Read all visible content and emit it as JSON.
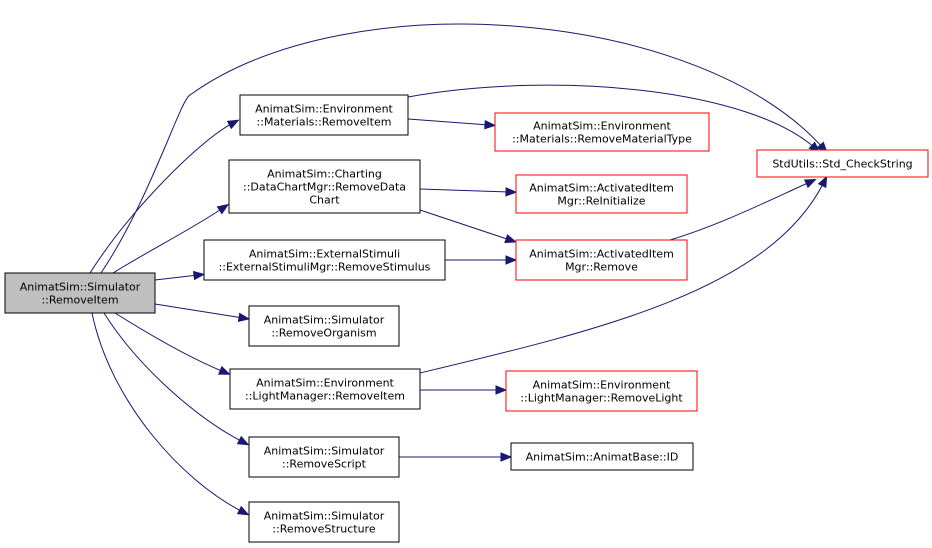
{
  "colors": {
    "edge": "#191970",
    "root_fill": "#bfbfbf",
    "node_border": "#000000",
    "external_border": "#ff0000",
    "text": "#000000"
  },
  "nodes": {
    "root": {
      "lines": [
        "AnimatSim::Simulator",
        "::RemoveItem"
      ],
      "kind": "root"
    },
    "envRemove": {
      "lines": [
        "AnimatSim::Environment",
        "::Materials::RemoveItem"
      ],
      "kind": "normal"
    },
    "envMatType": {
      "lines": [
        "AnimatSim::Environment",
        "::Materials::RemoveMaterialType"
      ],
      "kind": "external"
    },
    "stdCheck": {
      "lines": [
        "StdUtils::Std_CheckString"
      ],
      "kind": "external"
    },
    "charting": {
      "lines": [
        "AnimatSim::Charting",
        "::DataChartMgr::RemoveData",
        "Chart"
      ],
      "kind": "normal"
    },
    "actReinit": {
      "lines": [
        "AnimatSim::ActivatedItem",
        "Mgr::ReInitialize"
      ],
      "kind": "external"
    },
    "extStim": {
      "lines": [
        "AnimatSim::ExternalStimuli",
        "::ExternalStimuliMgr::RemoveStimulus"
      ],
      "kind": "normal"
    },
    "actRemove": {
      "lines": [
        "AnimatSim::ActivatedItem",
        "Mgr::Remove"
      ],
      "kind": "external"
    },
    "remOrganism": {
      "lines": [
        "AnimatSim::Simulator",
        "::RemoveOrganism"
      ],
      "kind": "normal"
    },
    "lightRemove": {
      "lines": [
        "AnimatSim::Environment",
        "::LightManager::RemoveItem"
      ],
      "kind": "normal"
    },
    "lightRemLight": {
      "lines": [
        "AnimatSim::Environment",
        "::LightManager::RemoveLight"
      ],
      "kind": "external"
    },
    "remScript": {
      "lines": [
        "AnimatSim::Simulator",
        "::RemoveScript"
      ],
      "kind": "normal"
    },
    "animatId": {
      "lines": [
        "AnimatSim::AnimatBase::ID"
      ],
      "kind": "normal"
    },
    "remStructure": {
      "lines": [
        "AnimatSim::Simulator",
        "::RemoveStructure"
      ],
      "kind": "normal"
    }
  },
  "edges": [
    [
      "root",
      "stdCheck"
    ],
    [
      "root",
      "envRemove"
    ],
    [
      "root",
      "charting"
    ],
    [
      "root",
      "extStim"
    ],
    [
      "root",
      "remOrganism"
    ],
    [
      "root",
      "lightRemove"
    ],
    [
      "root",
      "remScript"
    ],
    [
      "root",
      "remStructure"
    ],
    [
      "envRemove",
      "stdCheck"
    ],
    [
      "envRemove",
      "envMatType"
    ],
    [
      "charting",
      "actReinit"
    ],
    [
      "charting",
      "actRemove"
    ],
    [
      "extStim",
      "actRemove"
    ],
    [
      "actRemove",
      "stdCheck"
    ],
    [
      "lightRemove",
      "stdCheck"
    ],
    [
      "lightRemove",
      "lightRemLight"
    ],
    [
      "remScript",
      "animatId"
    ]
  ]
}
